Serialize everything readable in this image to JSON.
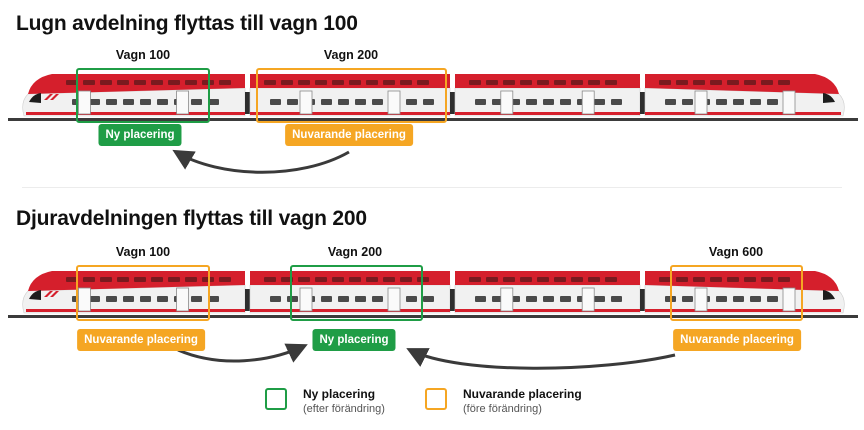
{
  "colors": {
    "green": "#1f9d46",
    "orange": "#f5a623",
    "train_red": "#d51f2c",
    "train_body": "#f1f1f1",
    "window": "#4a4a4a"
  },
  "sections": [
    {
      "title": "Lugn avdelning flyttas till vagn 100",
      "labels": [
        {
          "text": "Vagn 100"
        },
        {
          "text": "Vagn 200"
        }
      ],
      "badges": [
        {
          "text": "Ny placering",
          "kind": "green"
        },
        {
          "text": "Nuvarande placering",
          "kind": "orange"
        }
      ]
    },
    {
      "title": "Djuravdelningen flyttas till vagn 200",
      "labels": [
        {
          "text": "Vagn 100"
        },
        {
          "text": "Vagn 200"
        },
        {
          "text": "Vagn 600"
        }
      ],
      "badges": [
        {
          "text": "Nuvarande placering",
          "kind": "orange"
        },
        {
          "text": "Ny placering",
          "kind": "green"
        },
        {
          "text": "Nuvarande placering",
          "kind": "orange"
        }
      ]
    }
  ],
  "legend": [
    {
      "main": "Ny placering",
      "sub": "(efter förändring)",
      "kind": "green"
    },
    {
      "main": "Nuvarande placering",
      "sub": "(före förändring)",
      "kind": "orange"
    }
  ]
}
